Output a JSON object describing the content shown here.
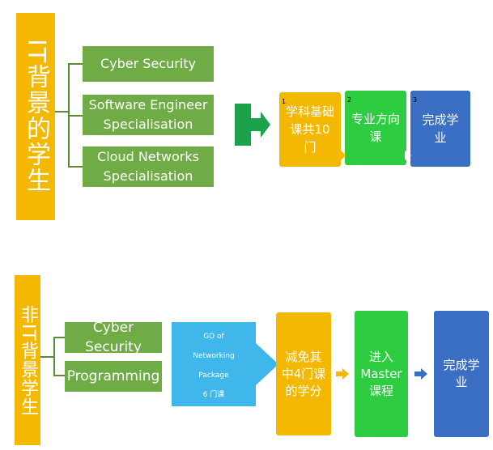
{
  "top": {
    "title": "IT背景的学生",
    "specializations": [
      "Cyber Security",
      "Software Engineer Specialisation",
      "Cloud Networks Specialisation"
    ],
    "steps": [
      {
        "num": "1",
        "label": "学科基础课共10门"
      },
      {
        "num": "2",
        "label": "专业方向课"
      },
      {
        "num": "3",
        "label": "完成学业"
      }
    ]
  },
  "bottom": {
    "title": "非IT背景学生",
    "specializations": [
      "Cyber Security",
      "Programming"
    ],
    "package_lines": [
      "GD of",
      "Networking",
      "Package",
      "6 门课"
    ],
    "steps": [
      {
        "label": "减免其中4门课的学分"
      },
      {
        "label": "进入Master课程"
      },
      {
        "label": "完成学业"
      }
    ]
  },
  "colors": {
    "yellow": "#f5b800",
    "green": "#6fac46",
    "brightgreen": "#2ecc40",
    "blue": "#3a6fc4",
    "lightblue": "#3fb7ea"
  }
}
